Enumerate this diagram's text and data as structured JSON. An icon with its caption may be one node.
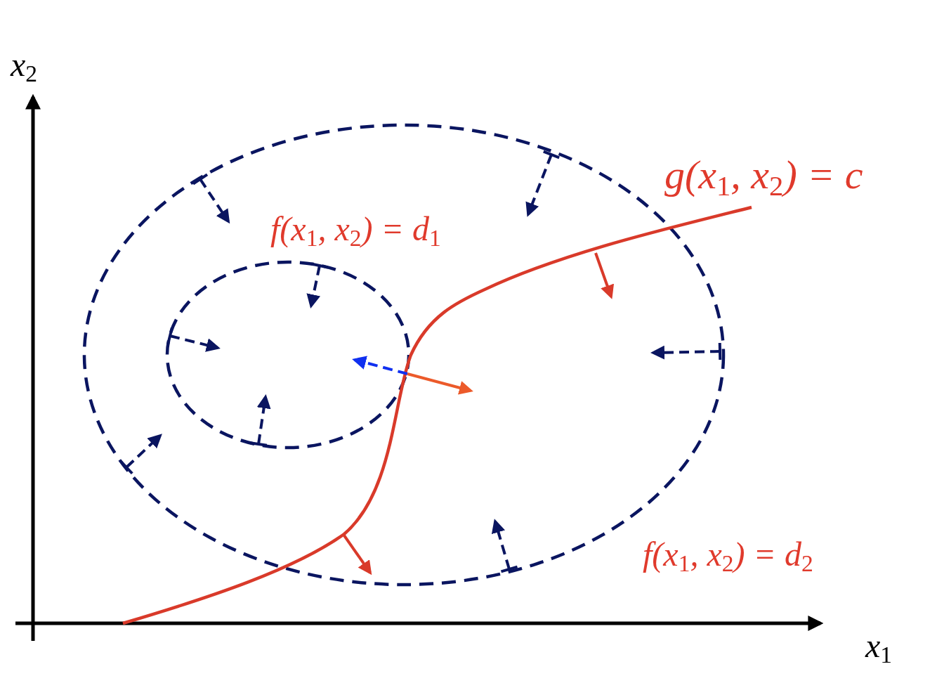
{
  "diagram": {
    "labels": [
      "x$_{2}$",
      "g(x$_{1}$, x$_{2}$) = c",
      "f(x$_{1}$, x$_{2}$) = d$_{1}$",
      "f(x$_{1}$, x$_{2}$) = d$_{2}$",
      "x$_{1}$"
    ]
  }
}
